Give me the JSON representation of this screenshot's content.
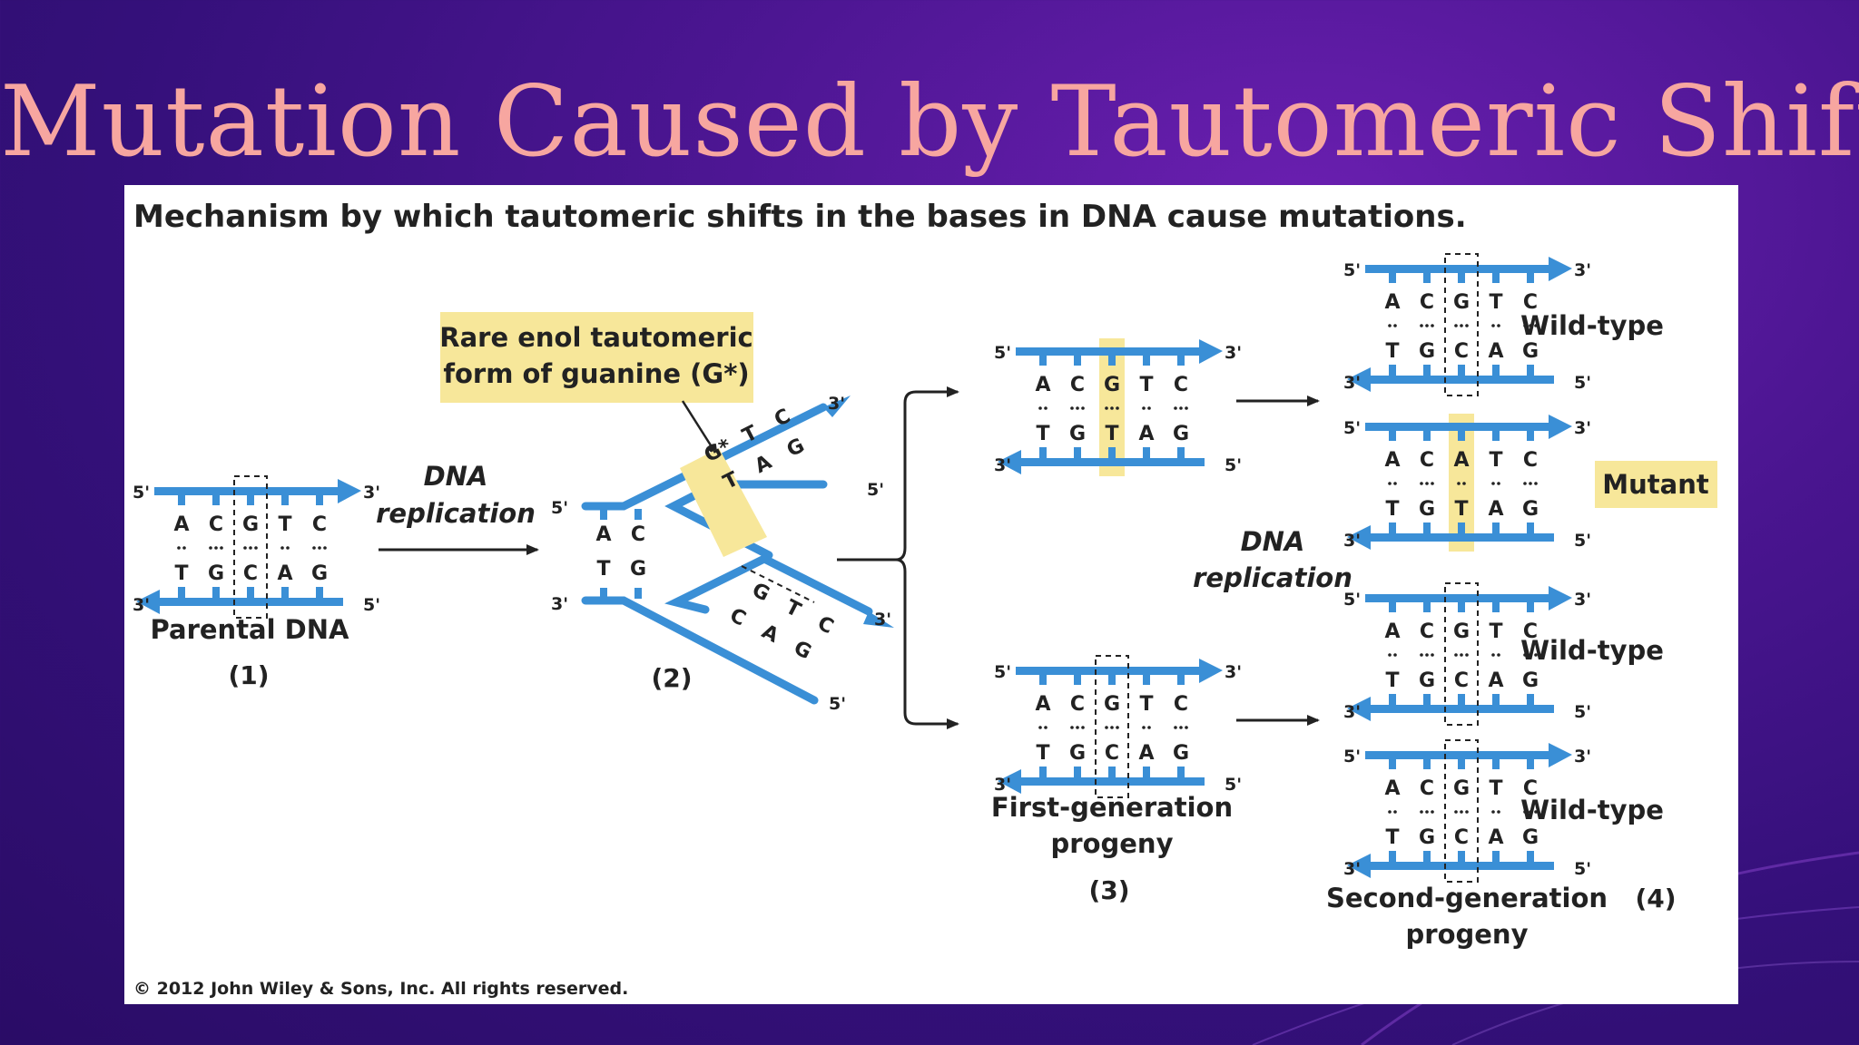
{
  "slide": {
    "title": "Mutation Caused by Tautomeric Shifts"
  },
  "figure": {
    "heading": "Mechanism by which tautomeric shifts in the bases in DNA cause mutations.",
    "callout": {
      "line1": "Rare enol tautomeric",
      "line2": "form of guanine (G*)"
    },
    "replication": {
      "line1": "DNA",
      "line2": "replication"
    },
    "labels": {
      "parental": "Parental DNA",
      "first_gen_1": "First-generation",
      "first_gen_2": "progeny",
      "second_gen_1": "Second-generation",
      "second_gen_2": "progeny",
      "wild_type": "Wild-type",
      "mutant": "Mutant"
    },
    "steps": [
      "(1)",
      "(2)",
      "(3)",
      "(4)"
    ],
    "ends": {
      "five": "5'",
      "three": "3'"
    },
    "sequences": {
      "wild_top": [
        "A",
        "C",
        "G",
        "T",
        "C"
      ],
      "wild_bottom": [
        "T",
        "G",
        "C",
        "A",
        "G"
      ],
      "mut_mid_top": [
        "A",
        "C",
        "G",
        "T",
        "C"
      ],
      "mut_mid_bottom": [
        "T",
        "G",
        "T",
        "A",
        "G"
      ],
      "mutant_top": [
        "A",
        "C",
        "A",
        "T",
        "C"
      ],
      "mutant_bottom": [
        "T",
        "G",
        "T",
        "A",
        "G"
      ],
      "fork_left_top": [
        "A",
        "C"
      ],
      "fork_left_bottom": [
        "T",
        "G"
      ],
      "fork_upper_top": [
        "G*",
        "T",
        "C"
      ],
      "fork_upper_bottom": [
        "T",
        "A",
        "G"
      ],
      "fork_lower_top": [
        "G",
        "T",
        "C"
      ],
      "fork_lower_bottom": [
        "C",
        "A",
        "G"
      ]
    },
    "copyright": "© 2012 John Wiley & Sons, Inc. All rights reserved.",
    "colors": {
      "strand": "#3a8fd6",
      "highlight": "#f7e79a",
      "title": "#f7a6a0"
    }
  }
}
